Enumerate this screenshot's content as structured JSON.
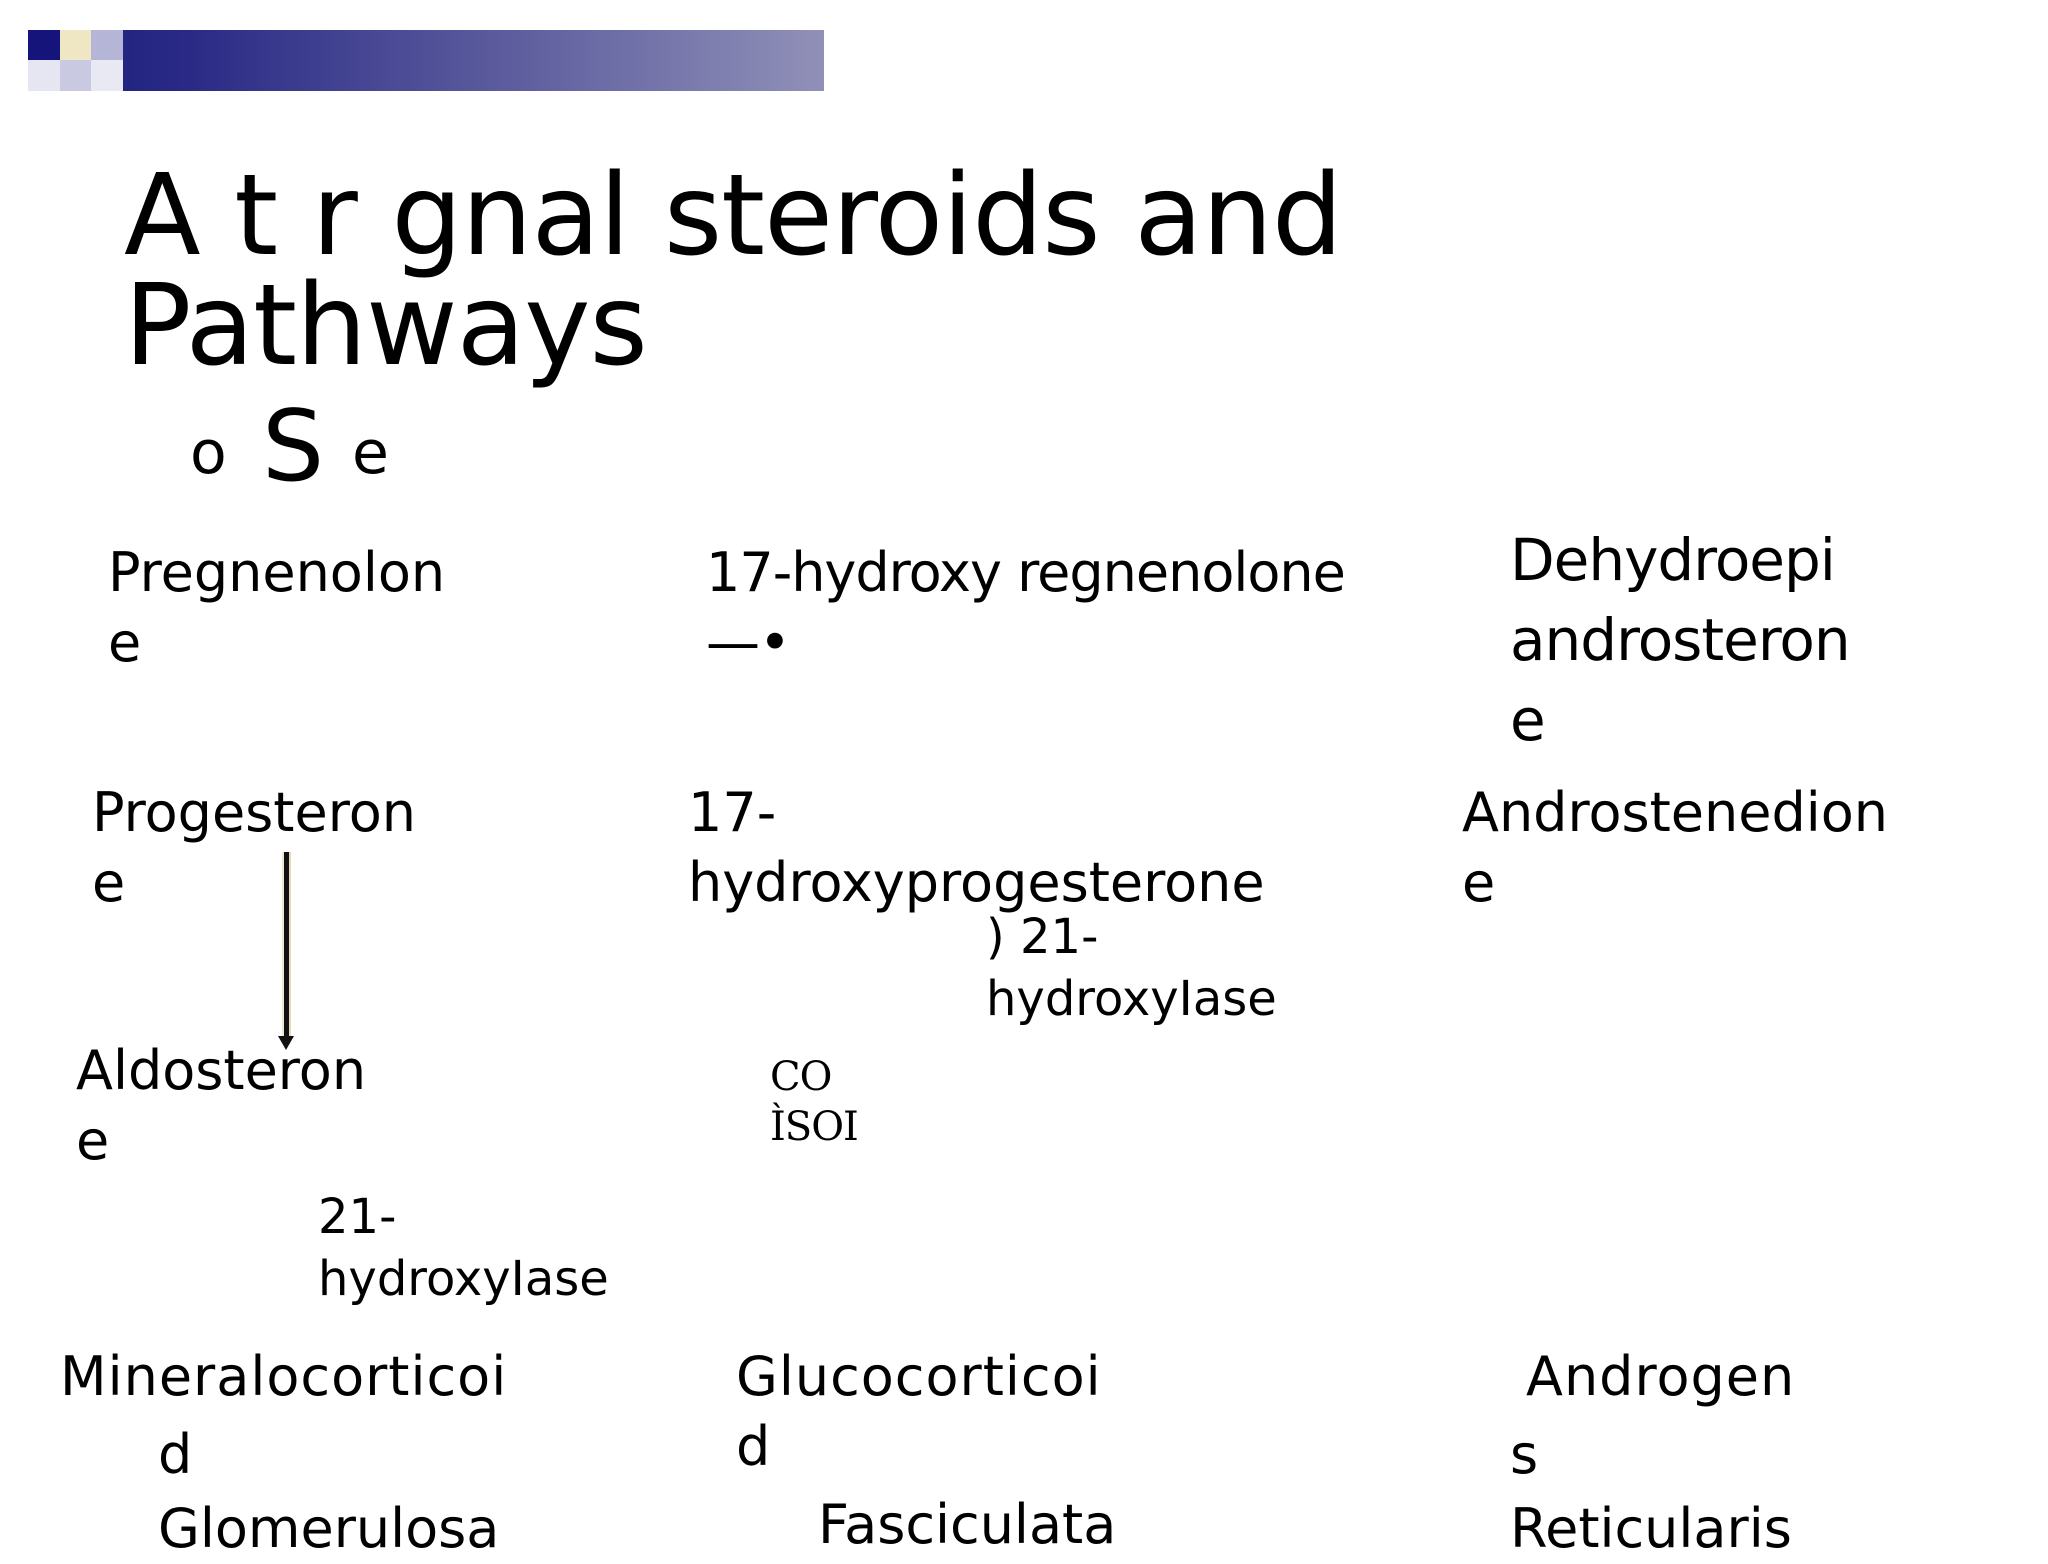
{
  "title": {
    "line1": "A t r gnal steroids and",
    "line2": "Pathways",
    "sub_o": "o",
    "sub_s": "S",
    "sub_e": "e"
  },
  "diagram": {
    "pregnenolone": {
      "line1": "Pregnenolon",
      "line2": "e"
    },
    "hydroxy_pregnenolone": {
      "line1": "17-hydroxy regnenolone",
      "line2": "—•"
    },
    "dhea": {
      "line1": "Dehydroepi",
      "line2": "androsteron",
      "line3": "e"
    },
    "progesterone": {
      "line1": "Progesteron",
      "line2": "e"
    },
    "hydroxy_progesterone": {
      "line1": "17-",
      "line2": "hydroxyprogesterone"
    },
    "androstenedione": {
      "line1": "Androstenedion",
      "line2": "e"
    },
    "enzyme_right": {
      "line1": ")  21-",
      "line2": "hydroxyIase"
    },
    "aldosterone": {
      "line1": "Aldosteron",
      "line2": "e"
    },
    "cortisol": {
      "line1": "CO",
      "line2": "ÌSOI"
    },
    "enzyme_left": {
      "line1": "21-",
      "line2": "hydroxyIase"
    },
    "mineralocorticoid": {
      "line1": "Mineralocorticoi",
      "line2": "d",
      "zone": "Glomerulosa"
    },
    "glucocorticoid": {
      "line1": "Glucocorticoi",
      "line2": "d",
      "zone": "Fasciculata"
    },
    "androgens": {
      "line1": "Androgen",
      "line2": "s",
      "zone": "Reticularis"
    }
  },
  "colors": {
    "header_dark": "#1a1a7a",
    "header_light": "#9090b8"
  }
}
